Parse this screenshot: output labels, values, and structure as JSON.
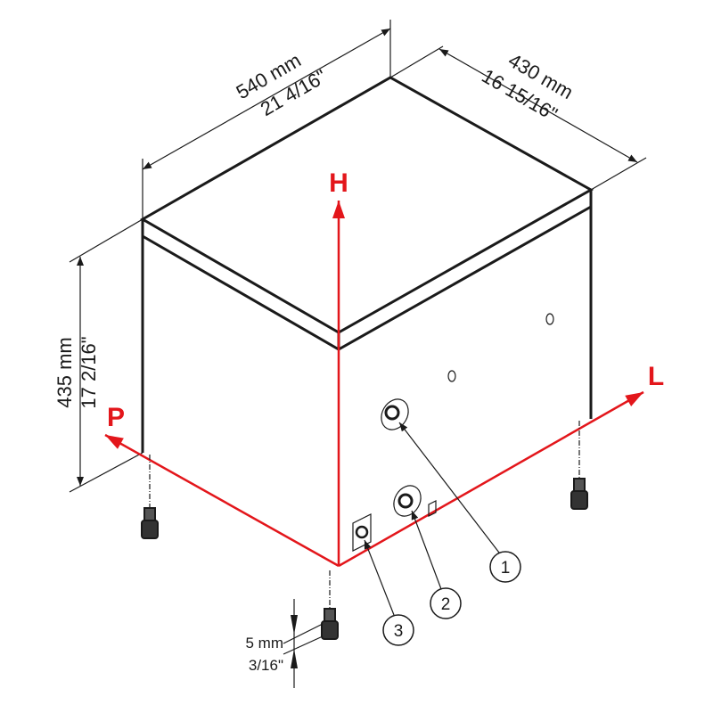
{
  "dimensions": {
    "width": {
      "mm": "540 mm",
      "inch": "21 4/16\""
    },
    "depth": {
      "mm": "430 mm",
      "inch": "16 15/16\""
    },
    "height": {
      "mm": "435 mm",
      "inch": "17 2/16\""
    },
    "foot": {
      "mm": "5 mm",
      "inch": "3/16\""
    }
  },
  "axes": {
    "h": "H",
    "l": "L",
    "p": "P"
  },
  "callouts": [
    "1",
    "2",
    "3"
  ],
  "colors": {
    "axis": "#e3161b",
    "line": "#1a1a1a"
  }
}
